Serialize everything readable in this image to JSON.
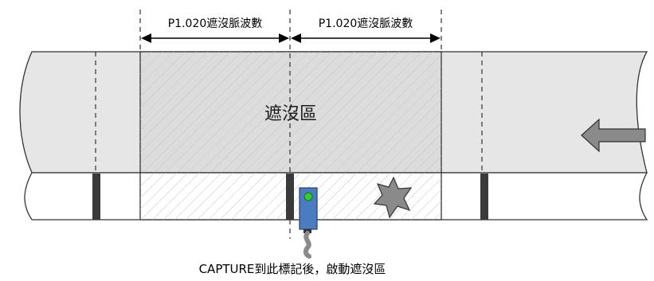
{
  "dimension_labels": {
    "left": "P1.020遮沒脈波數",
    "right": "P1.020遮沒脈波數"
  },
  "zone_label": "遮沒區",
  "caption": "CAPTURE到此標記後，啟動遮沒區",
  "colors": {
    "belt_fill": "#e6e6e6",
    "blanking_fill": "#dcdcdc",
    "hatch": "#c4c4c4",
    "marker": "#3a3a3a",
    "sensor": "#4a7cc0",
    "sensor_led": "#33cc33",
    "arrow": "#8a8a8a"
  },
  "icons": {
    "direction": "left-arrow-icon",
    "star": "star-burst-icon",
    "sensor": "sensor-icon"
  }
}
